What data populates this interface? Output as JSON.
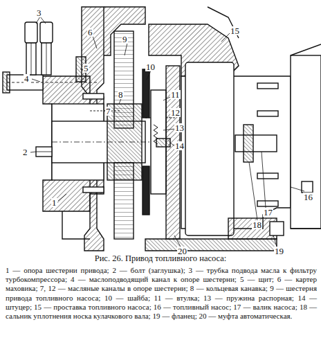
{
  "diagram": {
    "caption": "Рис. 26. Привод топливного насоса:",
    "labels": [
      "3",
      "6",
      "9",
      "15",
      "5",
      "4",
      "10",
      "11",
      "8",
      "7",
      "12",
      "13",
      "14",
      "2",
      "1",
      "16",
      "17",
      "18",
      "19",
      "20",
      "1 — опора шестерни привода; 2 — болт (заглушка); 3 — трубка подвода масла к фильтру турбокомпрессора; 4 — маслоподводящий канал к опоре шестерни; 5 — щит; 6 — картер маховика; 7, 12 — масляные каналы в опоре шестерни; 8 — кольцевая канавка; 9 — шестерня привода топливного насоса; 10 — шайба; 11 — втулка; 13 — пружина распорная; 14 — штуцер; 15 — проставка топливного насоса; 16 — топливный насос; 17 — валик насоса; 18 — сальник уплотнения носка кулачкового вала; 19 — фланец; 20 — муфта автоматическая."
    ]
  }
}
